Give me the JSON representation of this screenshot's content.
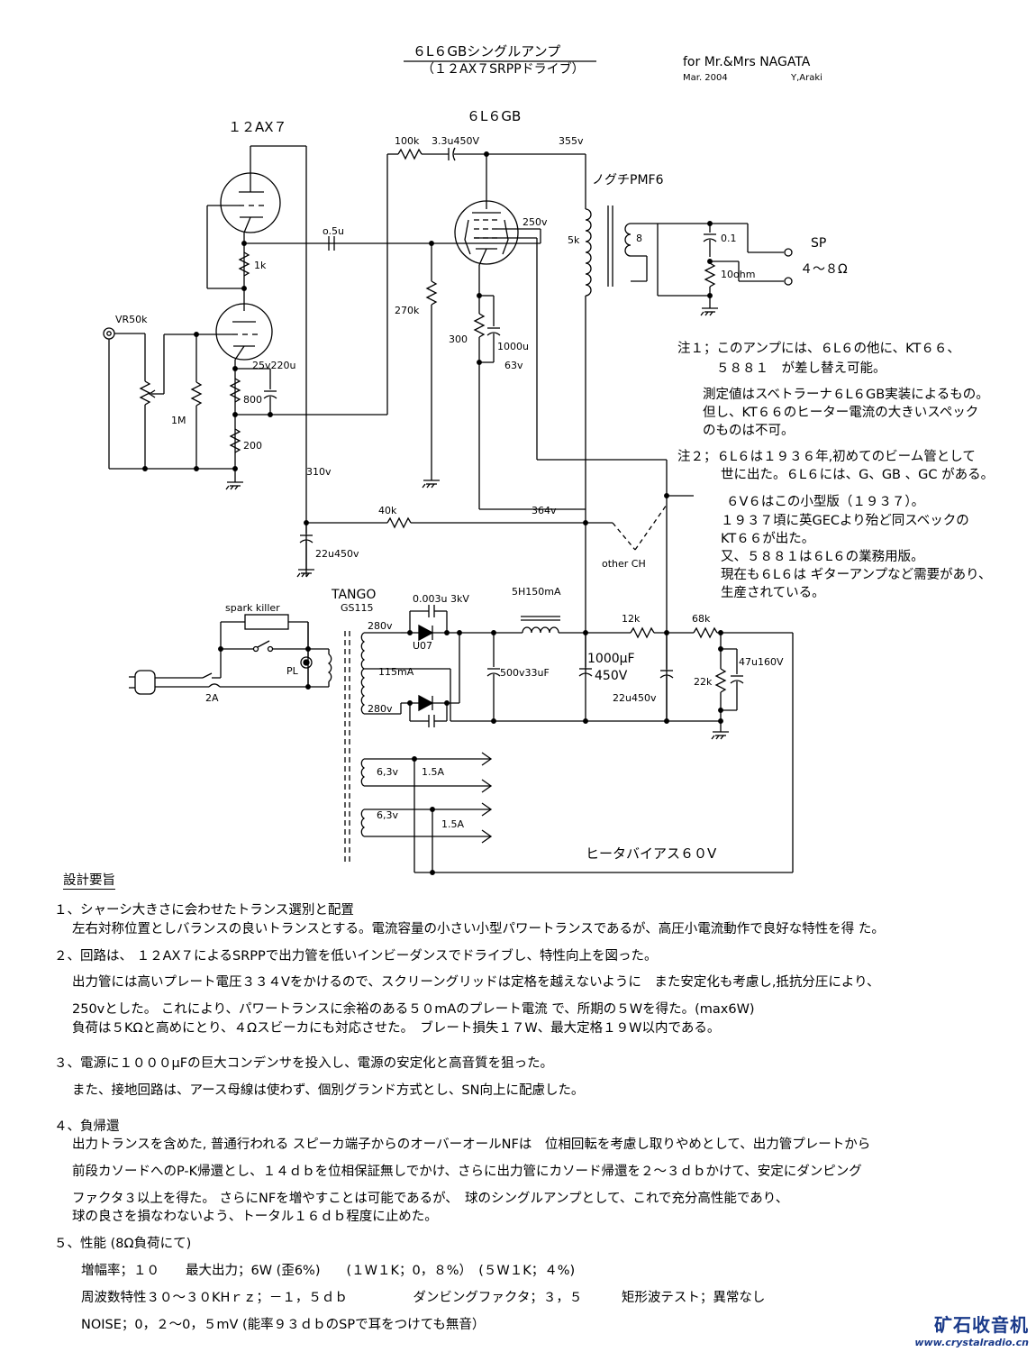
{
  "header": {
    "title": "６L６GBシングルアンプ",
    "subtitle": "（１２AX７SRPPドライブ）",
    "for_line": "for Mr.&Mrs NAGATA",
    "date": "Mar. 2004",
    "author": "Y,Araki"
  },
  "schematic": {
    "tube1": "１２AX７",
    "tube2": "６L６GB",
    "opt": "ノグチPMF6",
    "r100k": "100k",
    "c33u": "3.3u450V",
    "v355": "355v",
    "v250": "250v",
    "c05u": "o.5u",
    "r1k": "1k",
    "vr50k": "VR50k",
    "r270k": "270k",
    "r300": "300",
    "c1000u": "1000u",
    "v63": "63v",
    "c25v": "25v220u",
    "r800": "800",
    "r1m": "1M",
    "r200": "200",
    "v310": "310v",
    "z5k": "5k",
    "z8": "8",
    "c01": "0.1",
    "r10ohm": "10ohm",
    "sp": "SP",
    "sp_imp": "４～８Ω",
    "r40k": "40k",
    "v364": "364v",
    "c22u450": "22u450v",
    "other_ch": "other CH",
    "tango": "TANGO",
    "gs115": "GS115",
    "spark": "spark killer",
    "pl": "PL",
    "fuse": "2A",
    "v280a": "280v",
    "ma115": "115mA",
    "v280b": "280v",
    "c0003": "0.003u 3kV",
    "u07": "U07",
    "choke": "5H150mA",
    "c500": "500v33uF",
    "c1000uf": "1000μF",
    "c1000v": "450V",
    "r12k": "12k",
    "c22u450b": "22u450v",
    "r68k": "68k",
    "c47u": "47u160V",
    "r22k": "22k",
    "h63a": "6,3v",
    "h15a": "1.5A",
    "h63b": "6,3v",
    "h15b": "1.5A",
    "heater_bias": "ヒータバイアス６０V"
  },
  "notes": {
    "n1a": "注１；このアンプには、６L６の他に、KT６６、",
    "n1b": "５８８１　が差し替え可能。",
    "n1c": "測定値はスベトラーナ６L６GB実装によるもの。",
    "n1d": "但し、KT６６のヒーター電流の大きいスペック",
    "n1e": "のものは不可。",
    "n2a": "注２；６L６は１９３６年,初めてのビーム管として",
    "n2b": "世に出た。６L６には、G、GB 、GC がある。",
    "n2c": "６V６はこの小型版（１９３７）。",
    "n2d": "１９３７頃に英GECより殆ど同スベックの",
    "n2e": "KT６６が出た。",
    "n2f": "又、５８８１は６L６の業務用版。",
    "n2g": "現在も６L６は ギターアンプなど需要があり、",
    "n2h": "生産されている。"
  },
  "design": {
    "heading": "設計要旨",
    "s1a": "１、シャーシ大きさに会わせたトランス選別と配置",
    "s1b": "左右対称位置としバランスの良いトランスとする。電流容量の小さい小型パワートランスであるが、高圧小電流動作で良好な特性を得 た。",
    "s2a": "２、回路は、 １２AX７によるSRPPで出力管を低いインビーダンスでドライブし、特性向上を図った。",
    "s2b": "出力管には高いプレート電圧３３４Vをかけるので、スクリーングリッドは定格を越えないように　また安定化も考慮し,抵抗分圧により、",
    "s2c": "250vとした。 これにより、パワートランスに余裕のある５０mAのプレート電流 で、所期の５Wを得た。(max6W)",
    "s2d": "負荷は５KΩと高めにとり、４Ωスビーカにも対応させた。　ブレート損失１７W、最大定格１９W以内である。",
    "s3a": "３、電源に１０００μFの巨大コンデンサを投入し、電源の安定化と高音質を狙った。",
    "s3b": "また、接地回路は、アース母線は使わず、個別グランド方式とし、SN向上に配慮した。",
    "s4a": "４、負帰還",
    "s4b": "出力トランスを含めた, 普通行われる スピーカ端子からのオーバーオールNFは　位相回転を考慮し取りやめとして、出力管プレートから",
    "s4c": "前段カソードへのP-K帰還とし、１４ｄｂを位相保証無しでかけ、さらに出力管にカソード帰還を２～３ｄｂかけて、安定にダンピング",
    "s4d": "ファクタ３以上を得た。 さらにNFを増やすことは可能であるが、　球のシングルアンプとして、これで充分高性能であり、",
    "s4e": "球の良さを損なわないよう、トータル１６ｄｂ程度に止めた。",
    "s5a": "５、性能  (8Ω負荷にて)",
    "s5b": "増幅率；１０　　最大出力；6W (歪6%)　　(１W１K；0，８%）　(５W１K；４%)",
    "s5c": "周波数特性３０～３０KHｒｚ；－１，５ｄｂ　　　　　ダンビングファクタ；３，５　　　矩形波テスト；異常なし",
    "s5d": "NOISE；0，２～0，５mV  (能率９３ｄｂのSPで耳をつけても無音）"
  },
  "logo": {
    "name": "矿石收音机",
    "url": "www.crystalradio.cn"
  }
}
